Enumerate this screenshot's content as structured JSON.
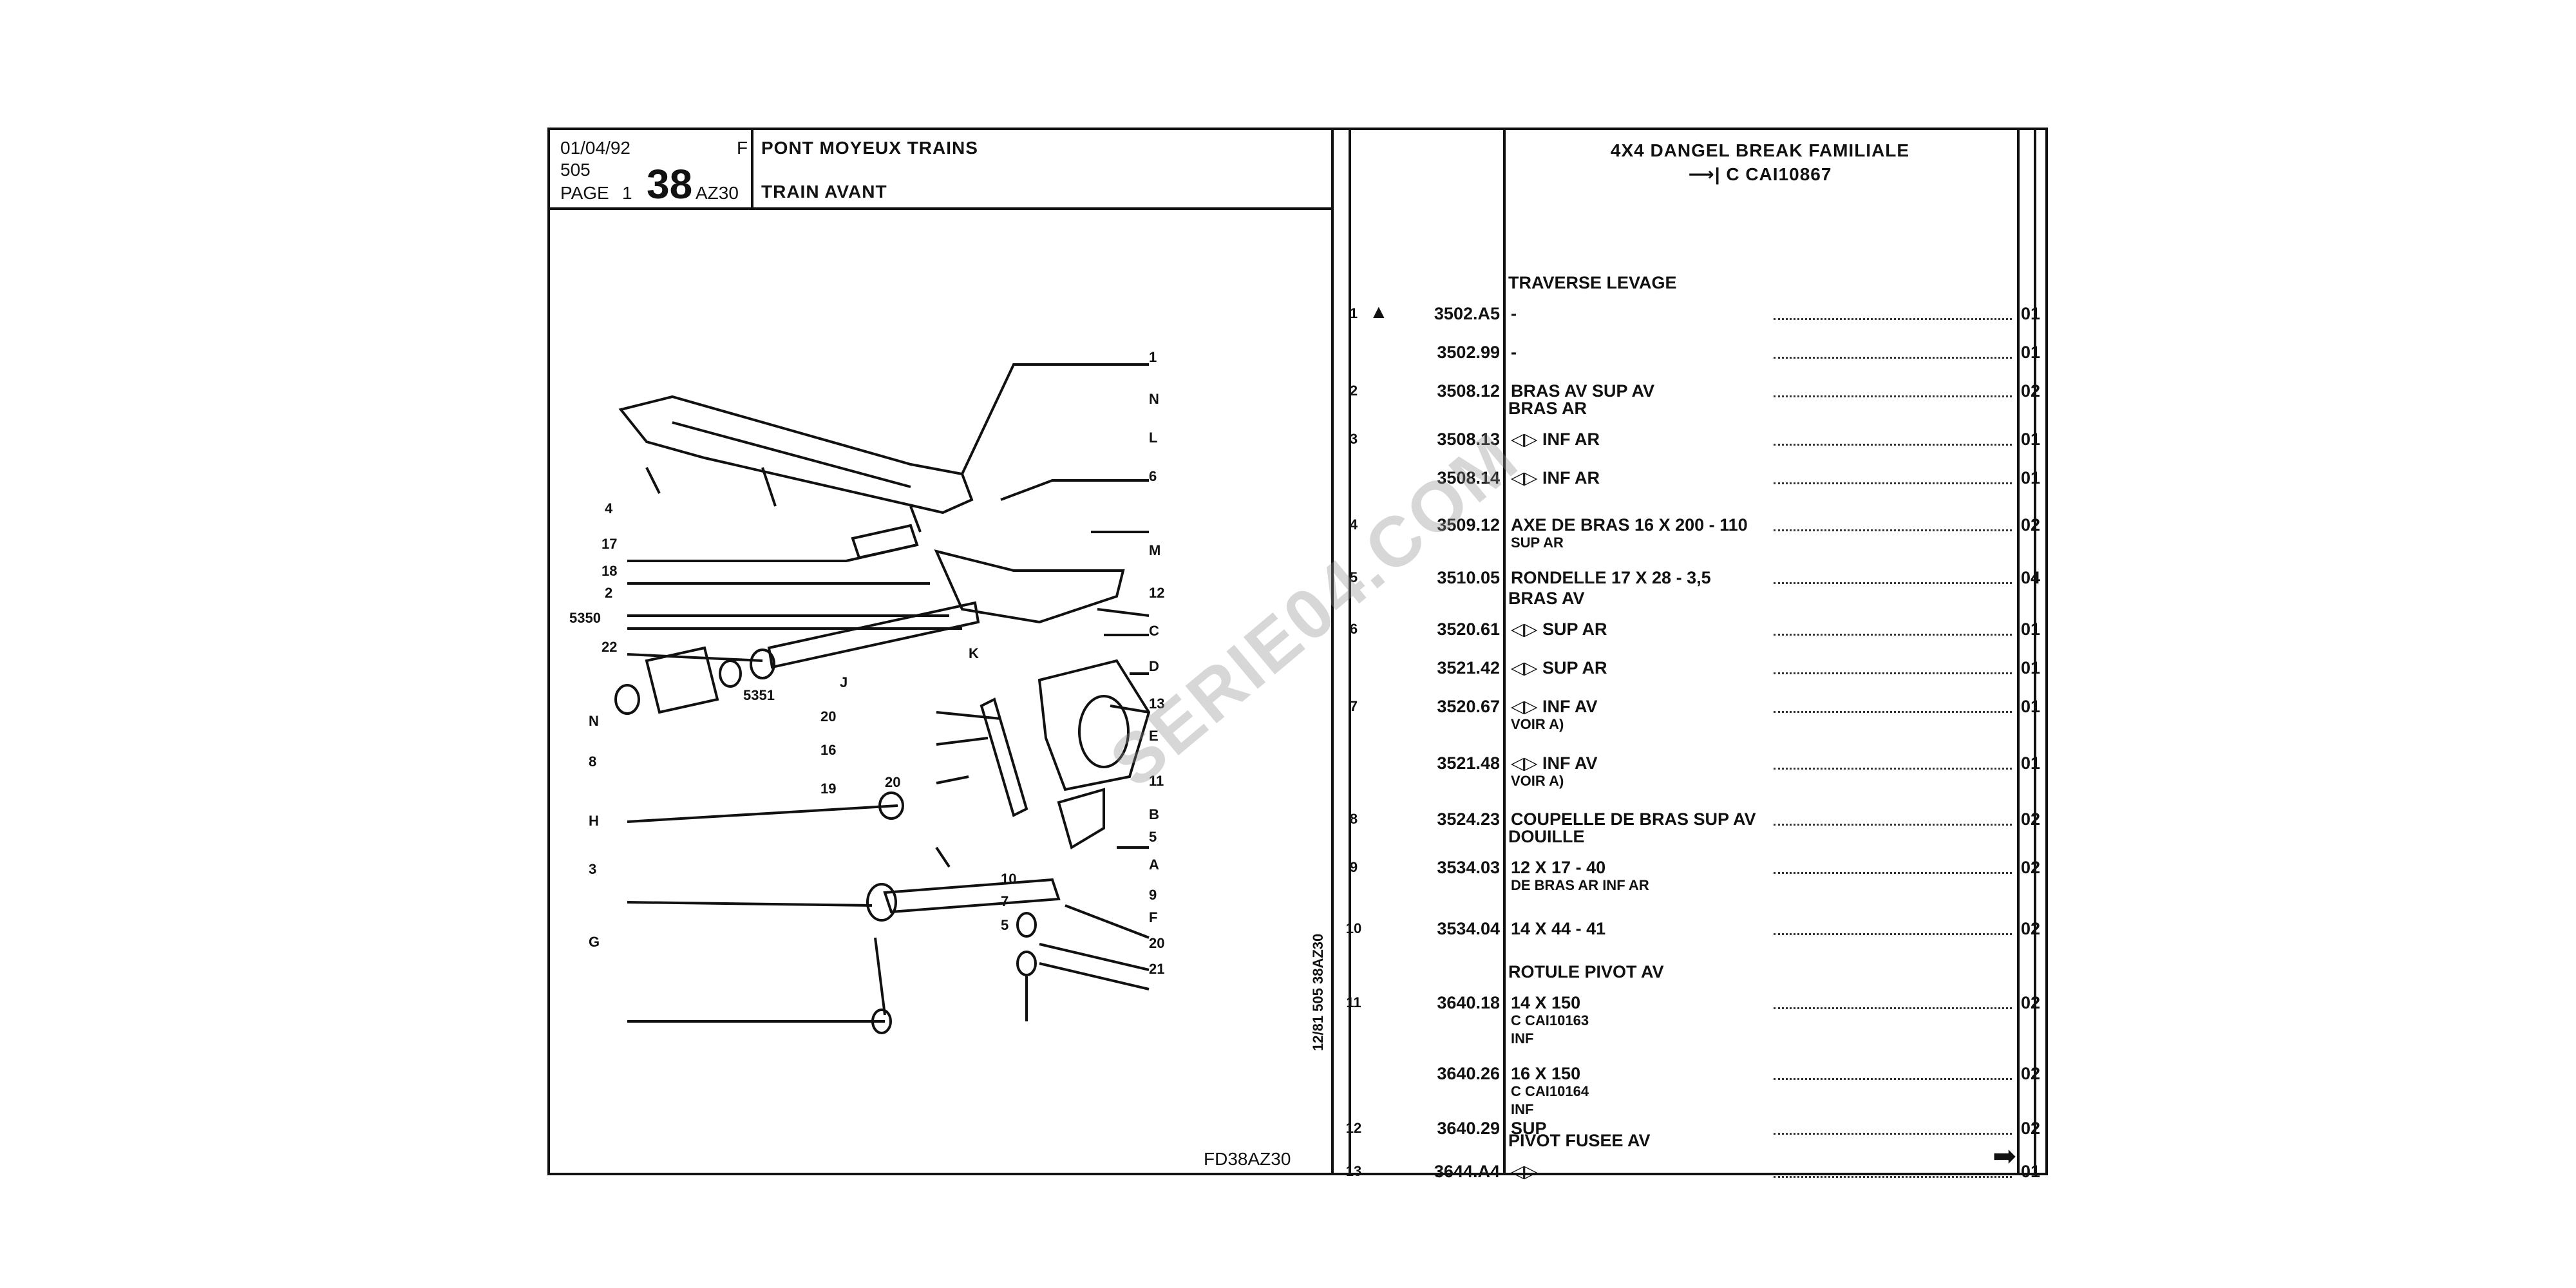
{
  "header": {
    "date": "01/04/92",
    "lang": "F",
    "model": "505",
    "page_label": "PAGE",
    "page_no": "1",
    "page_big": "38",
    "page_suffix": "AZ30",
    "section": "PONT MOYEUX TRAINS",
    "subsection": "TRAIN AVANT"
  },
  "title": {
    "line1": "4X4 DANGEL BREAK FAMILIALE",
    "line2": "C CAI10867"
  },
  "diagram": {
    "code": "FD38AZ30",
    "side_text": "12/81  505  38AZ30",
    "watermark": "SERIE04.COM",
    "callouts": [
      "1",
      "N",
      "L",
      "6",
      "4",
      "17",
      "M",
      "18",
      "2",
      "12",
      "5350",
      "C",
      "22",
      "K",
      "D",
      "5351",
      "J",
      "N",
      "20",
      "13",
      "E",
      "16",
      "8",
      "19",
      "20",
      "11",
      "H",
      "B",
      "5",
      "A",
      "3",
      "10",
      "9",
      "7",
      "5",
      "F",
      "20",
      "G",
      "21"
    ]
  },
  "parts": [
    {
      "idx": "1",
      "mark": "▲",
      "ref": "3502.A5",
      "group": "TRAVERSE LEVAGE",
      "desc": "-",
      "sub": "",
      "qty": "01"
    },
    {
      "idx": "",
      "mark": "",
      "ref": "3502.99",
      "group": "",
      "desc": "-",
      "sub": "",
      "qty": "01"
    },
    {
      "idx": "2",
      "mark": "",
      "ref": "3508.12",
      "group": "",
      "desc": "BRAS AV SUP AV",
      "sub": "",
      "qty": "02"
    },
    {
      "idx": "3",
      "mark": "",
      "ref": "3508.13",
      "group": "BRAS AR",
      "desc": "◁▷ INF AR",
      "sub": "",
      "qty": "01"
    },
    {
      "idx": "",
      "mark": "",
      "ref": "3508.14",
      "group": "",
      "desc": "◁▷ INF AR",
      "sub": "",
      "qty": "01"
    },
    {
      "idx": "4",
      "mark": "",
      "ref": "3509.12",
      "group": "",
      "desc": "AXE DE BRAS 16 X 200 - 110",
      "sub": "SUP AR",
      "qty": "02"
    },
    {
      "idx": "5",
      "mark": "",
      "ref": "3510.05",
      "group": "",
      "desc": "RONDELLE 17 X 28 - 3,5",
      "sub": "",
      "qty": "04"
    },
    {
      "idx": "6",
      "mark": "",
      "ref": "3520.61",
      "group": "BRAS AV",
      "desc": "◁▷ SUP AR",
      "sub": "",
      "qty": "01"
    },
    {
      "idx": "",
      "mark": "",
      "ref": "3521.42",
      "group": "",
      "desc": "◁▷ SUP AR",
      "sub": "",
      "qty": "01"
    },
    {
      "idx": "7",
      "mark": "",
      "ref": "3520.67",
      "group": "",
      "desc": "◁▷ INF AV",
      "sub": "VOIR A)",
      "qty": "01"
    },
    {
      "idx": "",
      "mark": "",
      "ref": "3521.48",
      "group": "",
      "desc": "◁▷ INF AV",
      "sub": "VOIR A)",
      "qty": "01"
    },
    {
      "idx": "8",
      "mark": "",
      "ref": "3524.23",
      "group": "",
      "desc": "COUPELLE DE BRAS SUP AV",
      "sub": "",
      "qty": "02"
    },
    {
      "idx": "9",
      "mark": "",
      "ref": "3534.03",
      "group": "DOUILLE",
      "desc": "12 X 17 - 40",
      "sub": "DE BRAS AR INF AR",
      "qty": "02"
    },
    {
      "idx": "10",
      "mark": "",
      "ref": "3534.04",
      "group": "",
      "desc": "14 X 44 - 41",
      "sub": "",
      "qty": "02"
    },
    {
      "idx": "11",
      "mark": "",
      "ref": "3640.18",
      "group": "ROTULE PIVOT AV",
      "desc": "14 X 150",
      "sub": "C CAI10163",
      "sub2": "INF",
      "qty": "02"
    },
    {
      "idx": "",
      "mark": "",
      "ref": "3640.26",
      "group": "",
      "desc": "16 X 150",
      "sub": "C CAI10164",
      "sub2": "INF",
      "qty": "02"
    },
    {
      "idx": "12",
      "mark": "",
      "ref": "3640.29",
      "group": "",
      "desc": "SUP",
      "sub": "",
      "qty": "02"
    },
    {
      "idx": "13",
      "mark": "",
      "ref": "3644.A4",
      "group": "PIVOT FUSEE AV",
      "desc": "◁▷",
      "sub": "",
      "qty": "01"
    }
  ],
  "footer_arrow": "➡"
}
